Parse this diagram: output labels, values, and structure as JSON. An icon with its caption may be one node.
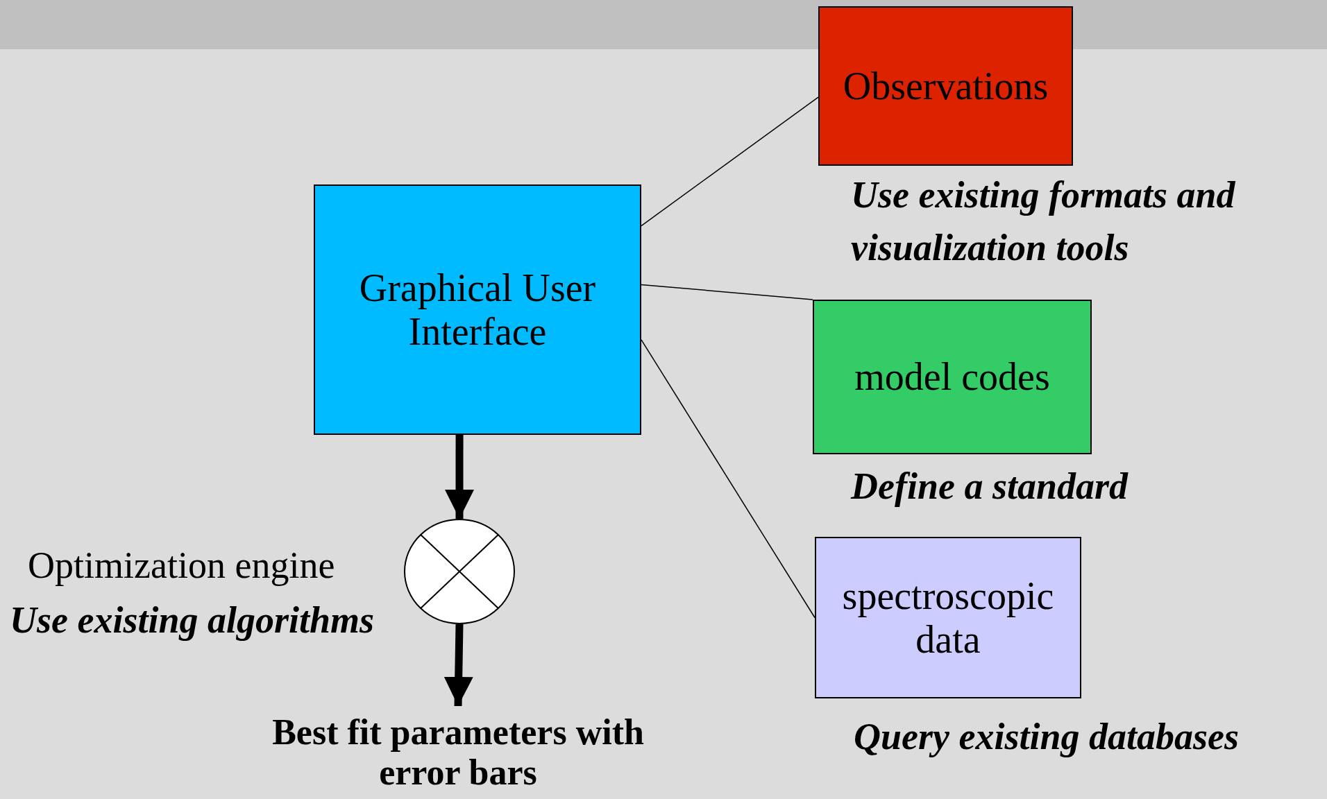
{
  "diagram": {
    "nodes": [
      {
        "text": [
          "Observations"
        ],
        "beside": [
          "Use existing formats and visualization tools"
        ]
      },
      {
        "text": [
          "Graphical User Interface"
        ]
      },
      {
        "text": [
          "model codes"
        ],
        "beside": [
          "Define a standard"
        ]
      },
      {
        "text": [
          "spectroscopic data"
        ],
        "beside": [
          "Query existing databases"
        ]
      },
      {
        "text": [],
        "shape": "circle",
        "beside": [
          "Optimization engine",
          "Use existing algorithms"
        ]
      },
      {
        "text": [
          "Best fit parameters with error bars"
        ]
      }
    ],
    "edges": [
      {
        "from": 1,
        "to": 4,
        "arrow": "to",
        "style": "thick"
      },
      {
        "from": 4,
        "to": 5,
        "arrow": "to",
        "style": "thick"
      },
      {
        "from": 1,
        "to": 0,
        "arrow": "none"
      },
      {
        "from": 1,
        "to": 2,
        "arrow": "none"
      },
      {
        "from": 1,
        "to": 3,
        "arrow": "none"
      }
    ]
  }
}
